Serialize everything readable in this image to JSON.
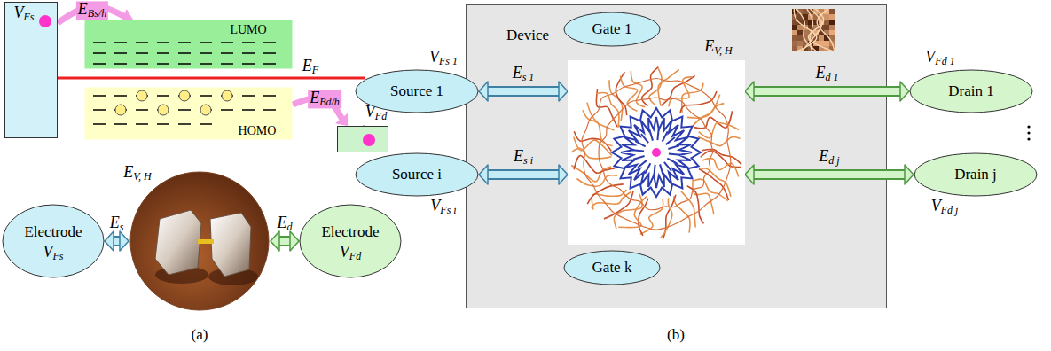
{
  "diagram": {
    "nodes": [
      {
        "text": [
          "VFs"
        ]
      },
      {
        "text": [
          "LUMO"
        ]
      },
      {
        "text": [
          "HOMO"
        ]
      },
      {
        "text": [
          "VFd"
        ]
      },
      {
        "text": [
          "Electrode",
          "VFs"
        ]
      },
      {
        "text": [
          "EV, H"
        ]
      },
      {
        "text": [
          "Electrode",
          "VFd"
        ]
      },
      {
        "text": [
          "Device"
        ]
      },
      {
        "text": [
          "Gate 1"
        ],
        "in": 7
      },
      {
        "text": [
          "EV, H"
        ],
        "in": 7
      },
      {
        "text": [
          "Gate k"
        ],
        "in": 7
      },
      {
        "text": [
          "VFs 1",
          "Source 1"
        ]
      },
      {
        "text": [
          "Source i",
          "VFs i"
        ]
      },
      {
        "text": [
          "VFd 1",
          "Drain 1"
        ]
      },
      {
        "text": [
          "Drain j",
          "VFd j"
        ]
      }
    ],
    "edges": [
      {
        "from": 0,
        "to": 1,
        "arrow": "to",
        "label": "EBs/h"
      },
      {
        "from": 2,
        "to": 3,
        "arrow": "to",
        "label": "EBd/h"
      },
      {
        "from": 4,
        "to": 5,
        "arrow": "both",
        "label": "Es"
      },
      {
        "from": 5,
        "to": 6,
        "arrow": "both",
        "label": "Ed"
      },
      {
        "from": 11,
        "to": 9,
        "arrow": "both",
        "label": "Es 1"
      },
      {
        "from": 12,
        "to": 9,
        "arrow": "both",
        "label": "Es i"
      },
      {
        "from": 9,
        "to": 13,
        "arrow": "both",
        "label": "Ed 1"
      },
      {
        "from": 9,
        "to": 14,
        "arrow": "both",
        "label": "Ed j"
      }
    ],
    "labels": [
      "EF",
      "(a)",
      "(b)"
    ]
  }
}
